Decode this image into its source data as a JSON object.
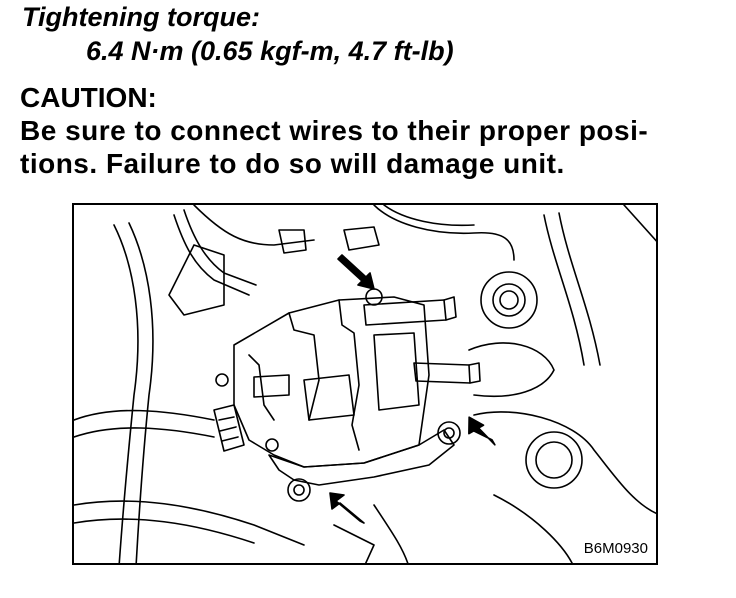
{
  "spec": {
    "label": "Tightening torque:",
    "value": "6.4 N·m (0.65 kgf-m, 4.7 ft-lb)"
  },
  "caution": {
    "title": "CAUTION:",
    "line1": "Be sure to connect wires to their proper posi-",
    "line2": "tions. Failure to do so will damage unit."
  },
  "figure": {
    "code": "B6M0930",
    "icon": "ignition-coil-illustration"
  }
}
